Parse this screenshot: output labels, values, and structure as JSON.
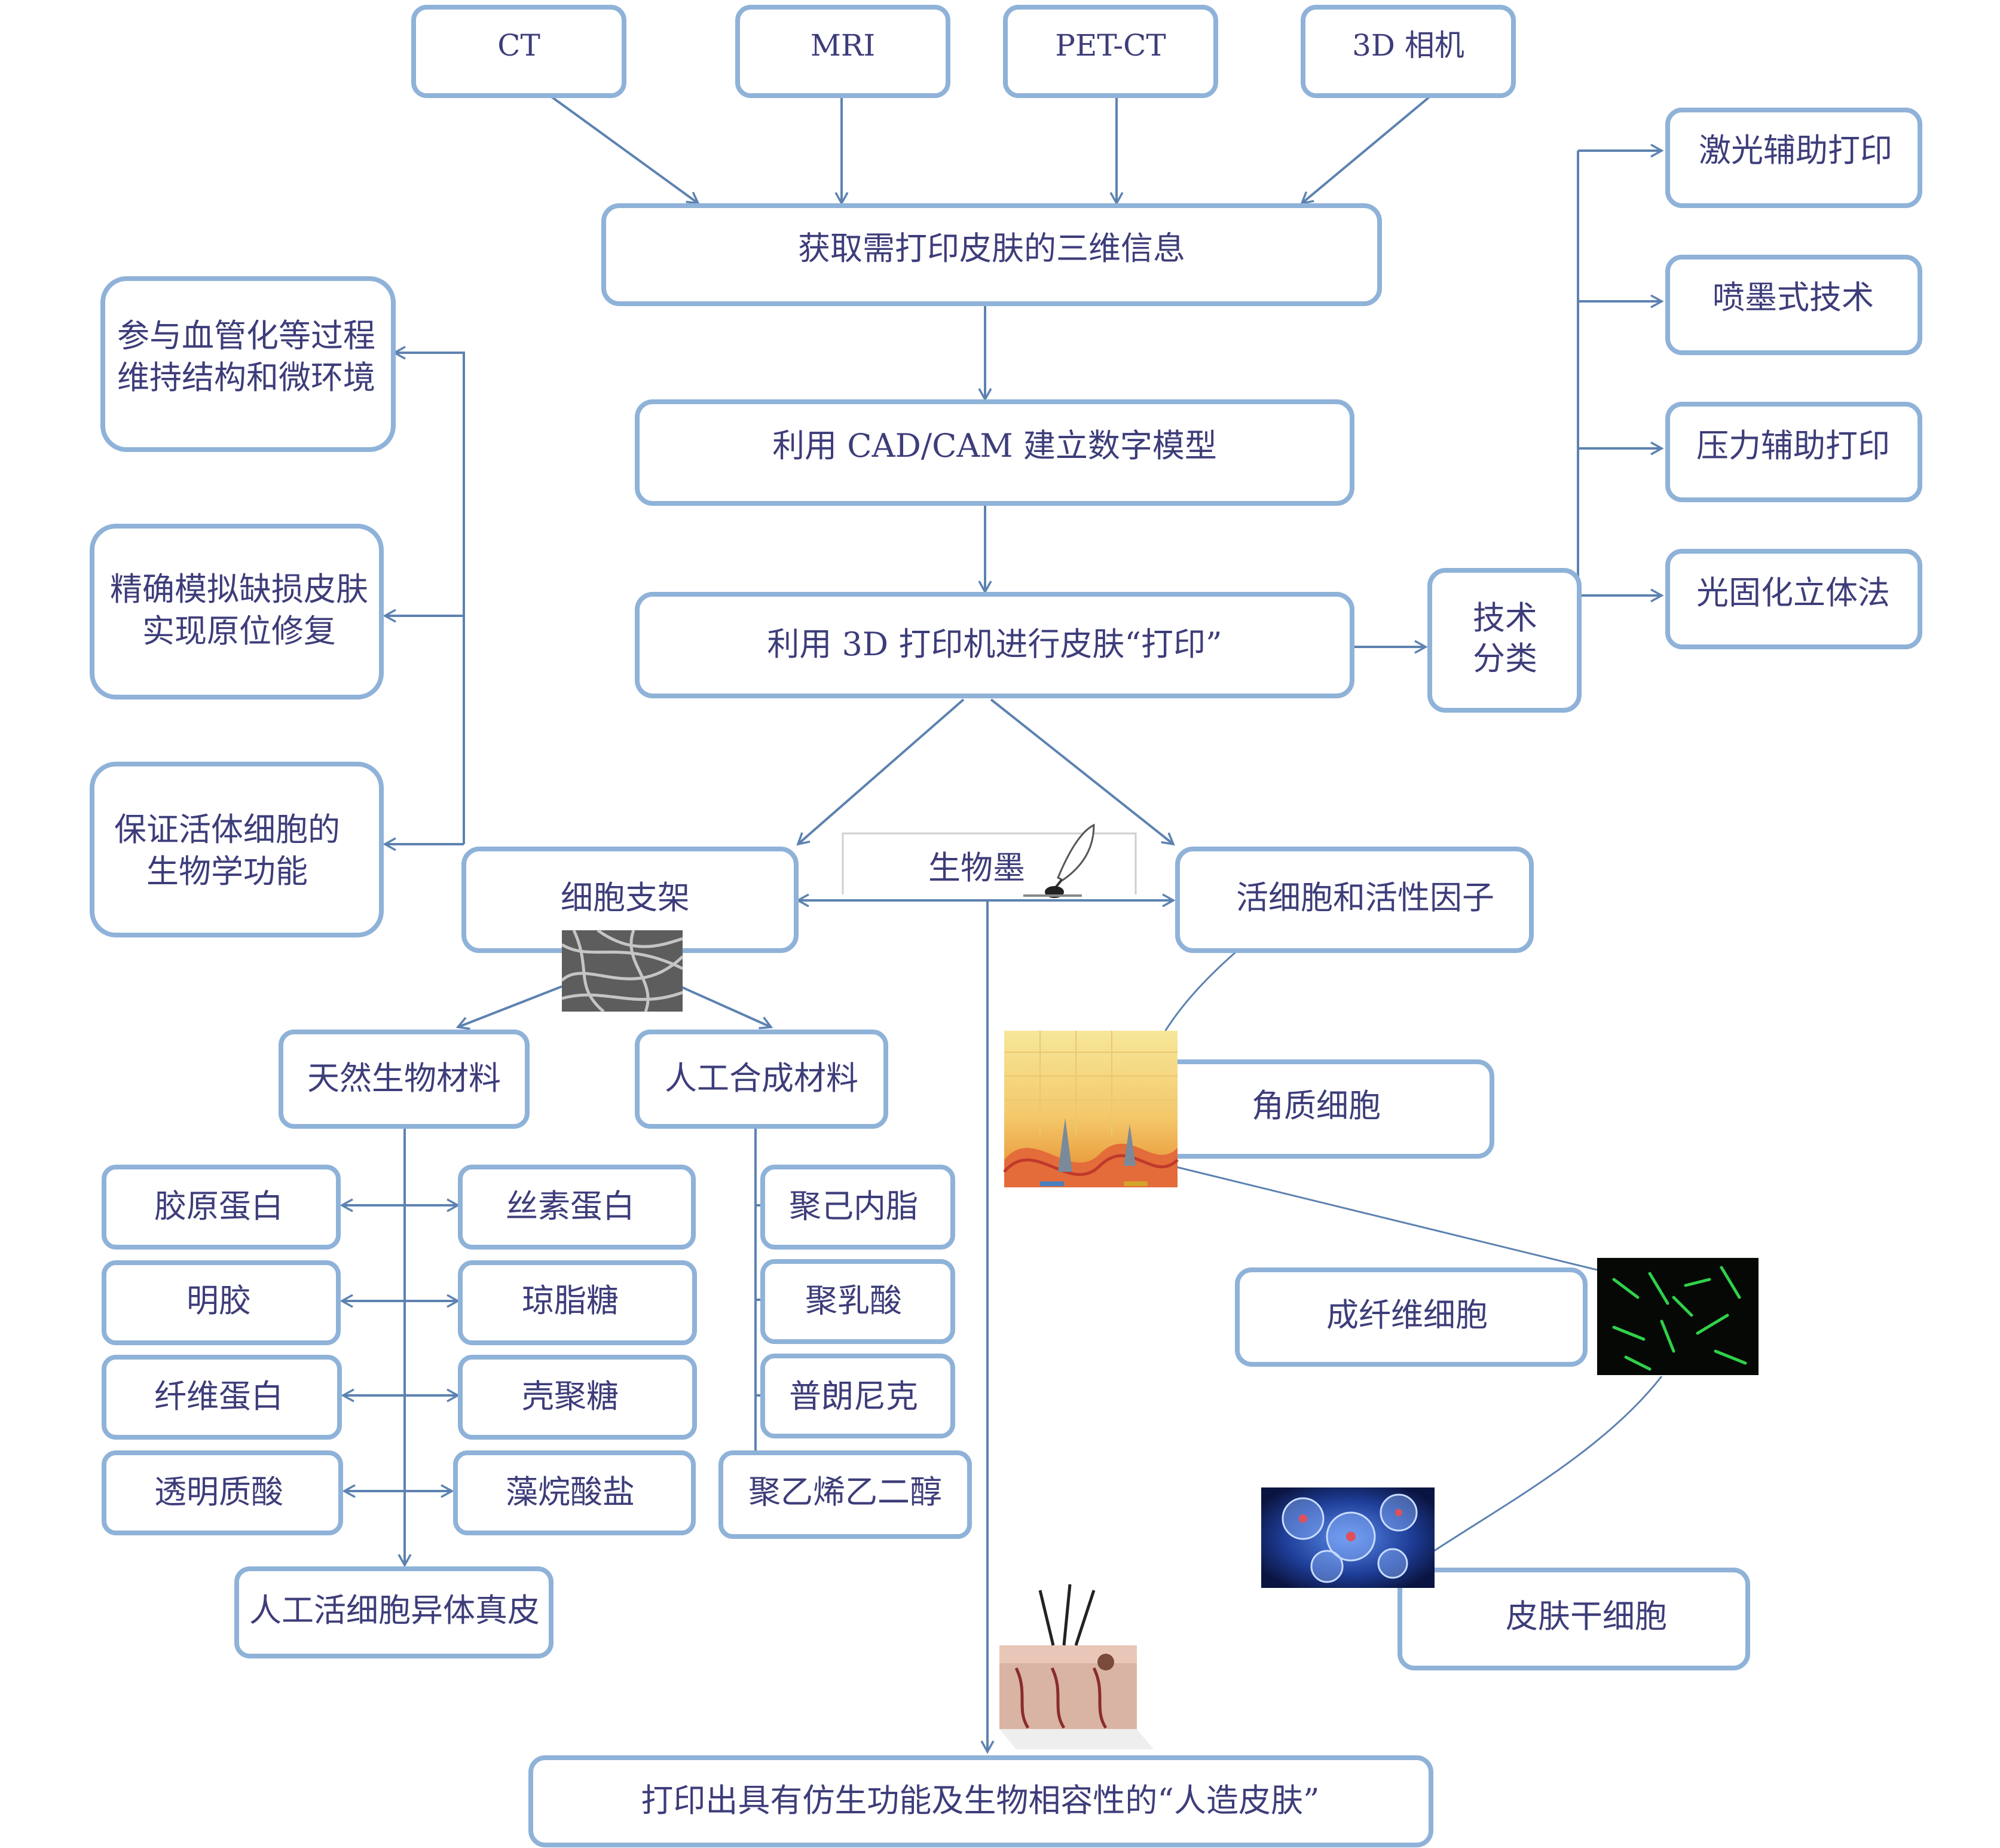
{
  "sources": {
    "ct": "CT",
    "mri": "MRI",
    "petct": "PET-CT",
    "camera3d": "3D 相机"
  },
  "steps": {
    "acquire": "获取需打印皮肤的三维信息",
    "cad": "利用 CAD/CAM 建立数字模型",
    "print": "利用 3D 打印机进行皮肤“打印”",
    "final": "打印出具有仿生功能及生物相容性的“人造皮肤”"
  },
  "tech": {
    "category_line1": "技术",
    "category_line2": "分类",
    "items": [
      "激光辅助打印",
      "喷墨式技术",
      "压力辅助打印",
      "光固化立体法"
    ]
  },
  "functions": {
    "f1_line1": "参与血管化等过程",
    "f1_line2": "维持结构和微环境",
    "f2_line1": "精确模拟缺损皮肤",
    "f2_line2": "实现原位修复",
    "f3_line1": "保证活体细胞的",
    "f3_line2": "生物学功能"
  },
  "bioink": {
    "label": "生物墨",
    "scaffold": "细胞支架",
    "cells": "活细胞和活性因子"
  },
  "materials": {
    "natural": "天然生物材料",
    "synthetic": "人工合成材料",
    "natural_left": [
      "胶原蛋白",
      "明胶",
      "纤维蛋白",
      "透明质酸"
    ],
    "natural_right": [
      "丝素蛋白",
      "琼脂糖",
      "壳聚糖",
      "藻烷酸盐"
    ],
    "synthetic_items": [
      "聚己内脂",
      "聚乳酸",
      "普朗尼克",
      "聚乙烯乙二醇"
    ],
    "dermis": "人工活细胞异体真皮"
  },
  "cell_types": {
    "keratinocyte": "角质细胞",
    "fibroblast": "成纤维细胞",
    "stem_cell": "皮肤干细胞"
  },
  "colors": {
    "box_border": "#8fb2d8",
    "arrow": "#5d82b0",
    "text": "#3d3d7a"
  }
}
